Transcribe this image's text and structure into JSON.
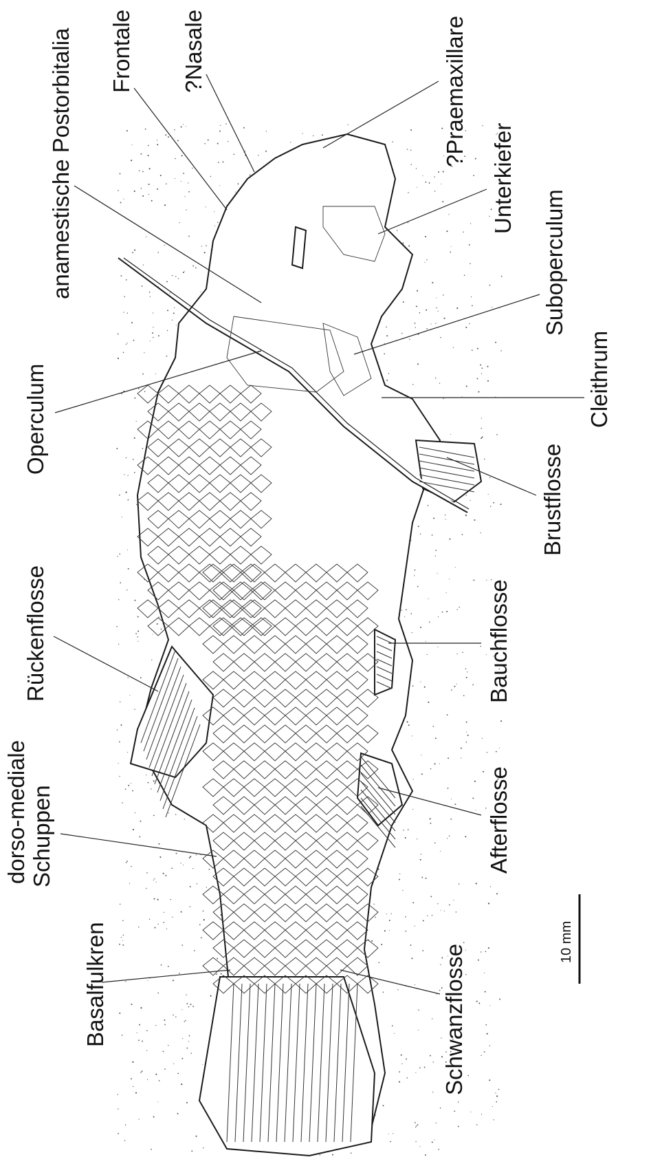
{
  "labels": {
    "anamestische_postorbitalia": "anamestische Postorbitalia",
    "frontale": "Frontale",
    "nasale": "?Nasale",
    "praemaxillare": "?Praemaxillare",
    "unterkiefer": "Unterkiefer",
    "suboperculum": "Suboperculum",
    "cleithrum": "Cleithrum",
    "operculum": "Operculum",
    "brustflosse": "Brustflosse",
    "rueckenflosse": "Rückenflosse",
    "bauchflosse": "Bauchflosse",
    "dorso_mediale_line1": "dorso-mediale",
    "dorso_mediale_line2": "Schuppen",
    "afterflosse": "Afterflosse",
    "basalfulkren": "Basalfulkren",
    "schwanzflosse": "Schwanzflosse"
  },
  "scale_bar": {
    "label": "10 mm"
  },
  "colors": {
    "ink": "#111111",
    "background": "#ffffff"
  }
}
